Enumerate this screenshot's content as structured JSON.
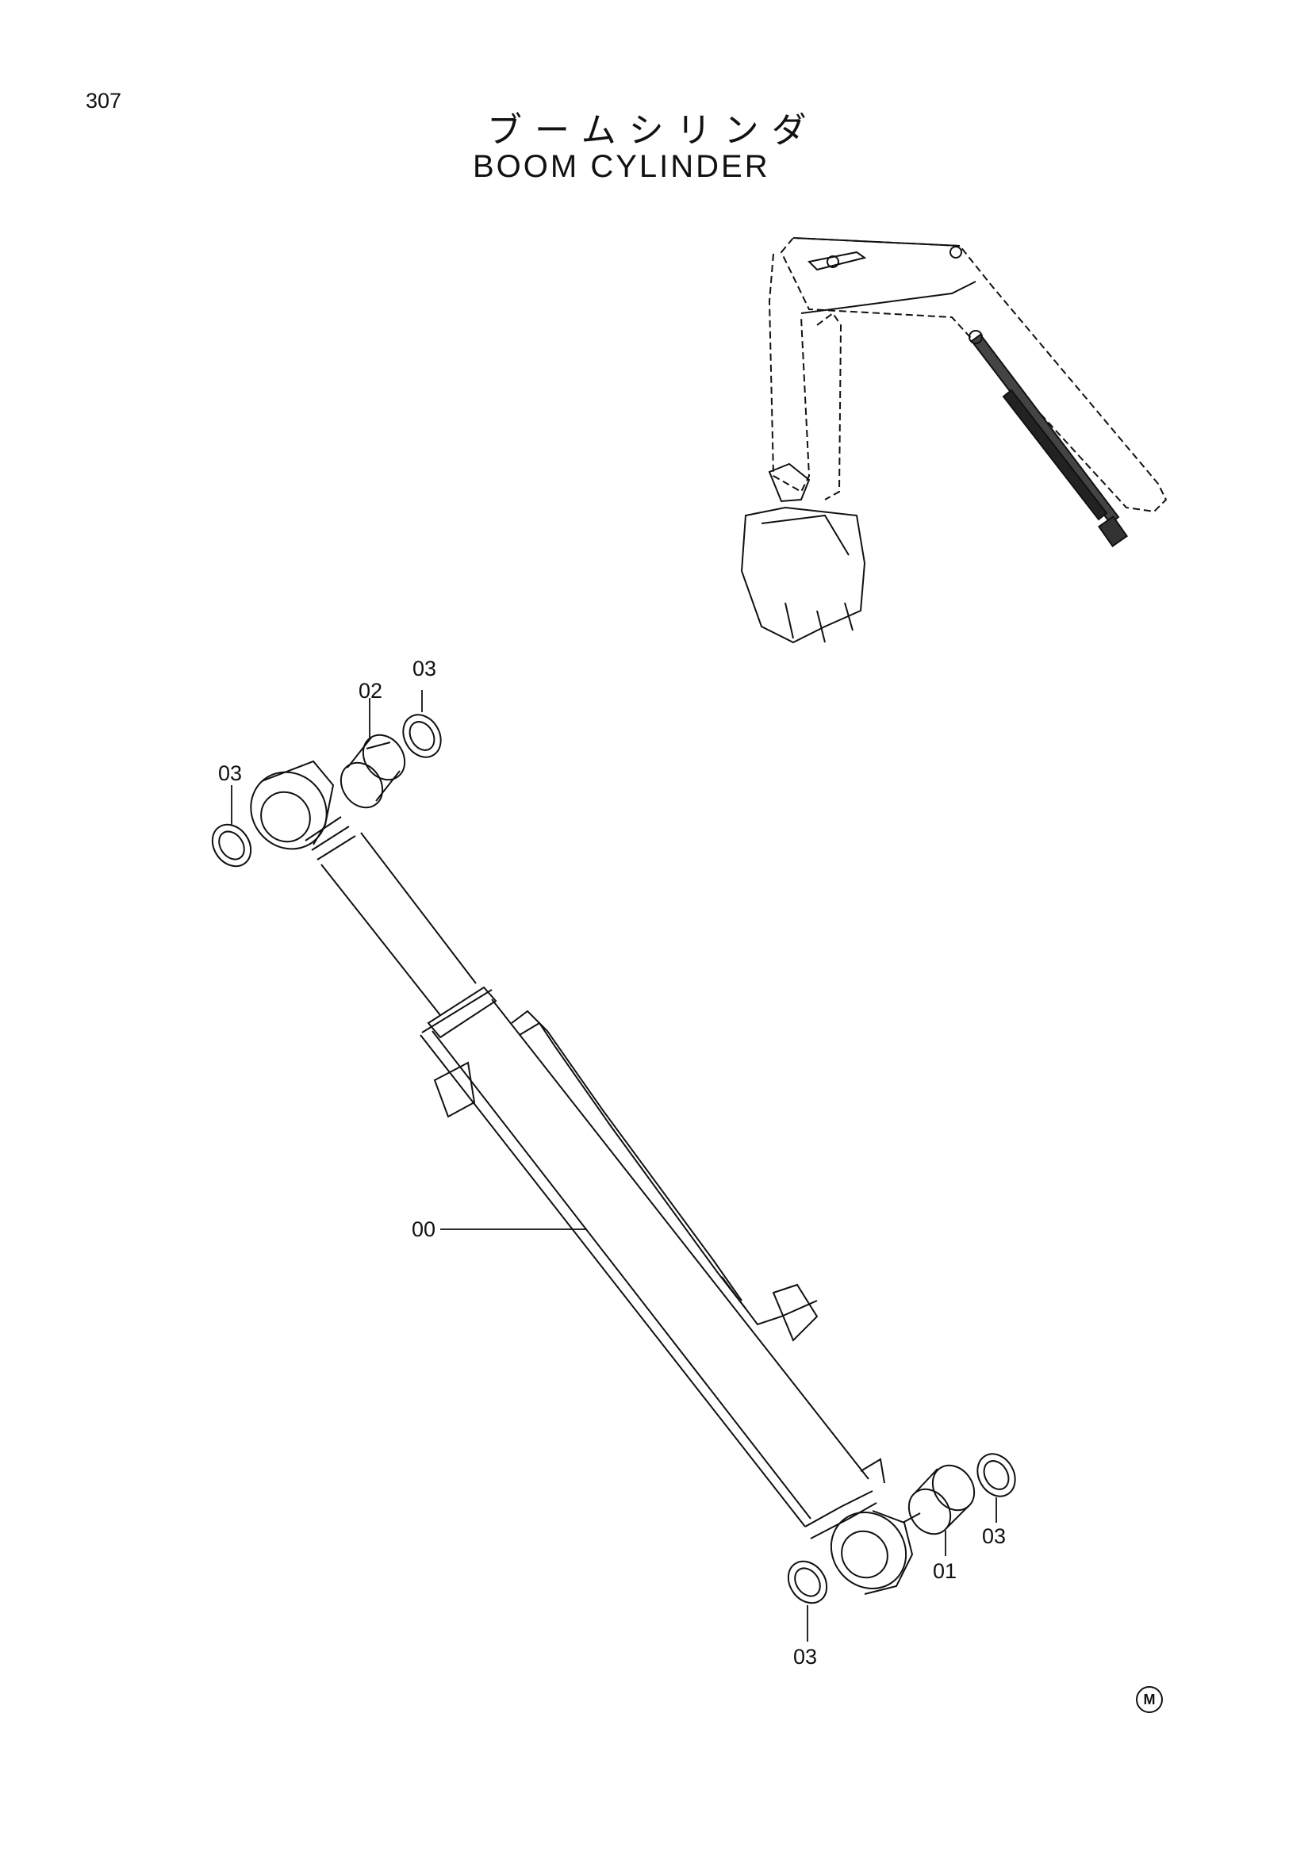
{
  "header": {
    "page_number": "307",
    "title_japanese": "ブームシリンダ",
    "title_english": "BOOM CYLINDER"
  },
  "callouts": {
    "c00": "00",
    "c01": "01",
    "c02": "02",
    "c03_top_left": "03",
    "c03_top_right": "03",
    "c03_bottom_right": "03",
    "c03_bottom": "03"
  },
  "footer": {
    "mark": "M"
  }
}
